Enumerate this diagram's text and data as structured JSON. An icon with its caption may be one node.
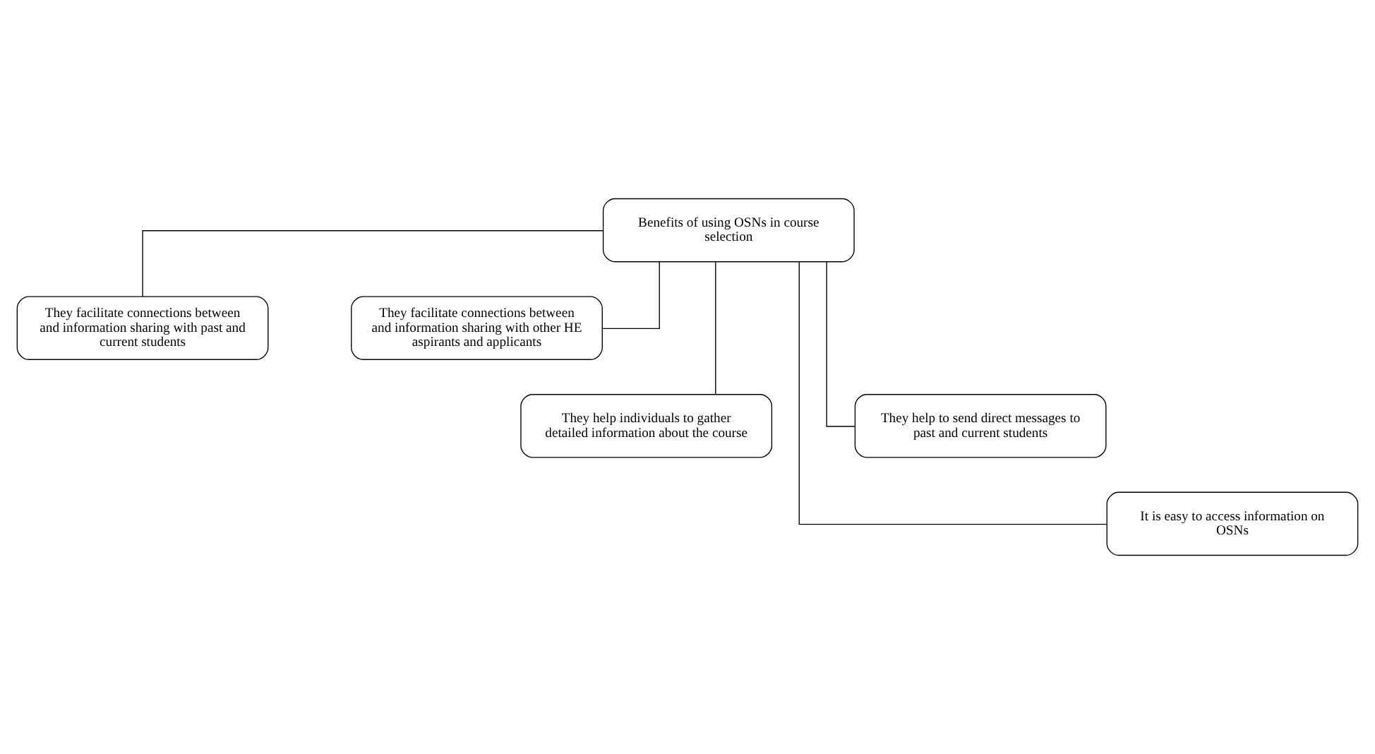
{
  "diagram": {
    "nodes": [
      {
        "text": [
          "Benefits of using OSNs in course selection"
        ]
      },
      {
        "text": [
          "They facilitate connections between and information sharing with past and current students"
        ]
      },
      {
        "text": [
          "They facilitate connections between and information sharing with other HE aspirants and applicants"
        ]
      },
      {
        "text": [
          "They help individuals to gather detailed information about the course"
        ]
      },
      {
        "text": [
          "They help to send direct messages to past and current students"
        ]
      },
      {
        "text": [
          "It is easy to access information on OSNs"
        ]
      }
    ],
    "edges": [
      {
        "from": 0,
        "to": 1,
        "arrow": "none"
      },
      {
        "from": 0,
        "to": 2,
        "arrow": "none"
      },
      {
        "from": 0,
        "to": 3,
        "arrow": "none"
      },
      {
        "from": 0,
        "to": 4,
        "arrow": "none"
      },
      {
        "from": 0,
        "to": 5,
        "arrow": "none"
      }
    ]
  }
}
